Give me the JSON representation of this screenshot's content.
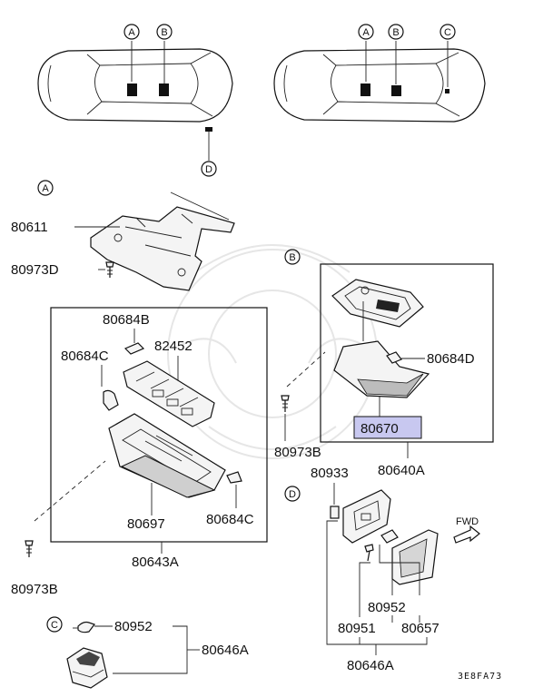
{
  "circle_markers": {
    "a": "A",
    "b": "B",
    "c": "C",
    "d": "D"
  },
  "part_numbers": {
    "bracket": "80611",
    "screw_d": "80973D",
    "bulb_b": "80684B",
    "bulb_c": "80684C",
    "socket": "82452",
    "lens": "80697",
    "assembly_a": "80643A",
    "screw_b": "80973B",
    "bulb_d": "80684D",
    "lens_b": "80670",
    "assembly_b": "80640A",
    "bulb_c2": "80952",
    "assembly_c": "80646A",
    "clip": "80933",
    "socket_d": "80952",
    "screw_d2": "80951",
    "lens_d": "80657",
    "assembly_d": "80646A"
  },
  "direction_label": "FWD",
  "diagram_code": "3E8FA73",
  "highlight_color": "#c8c8f0"
}
